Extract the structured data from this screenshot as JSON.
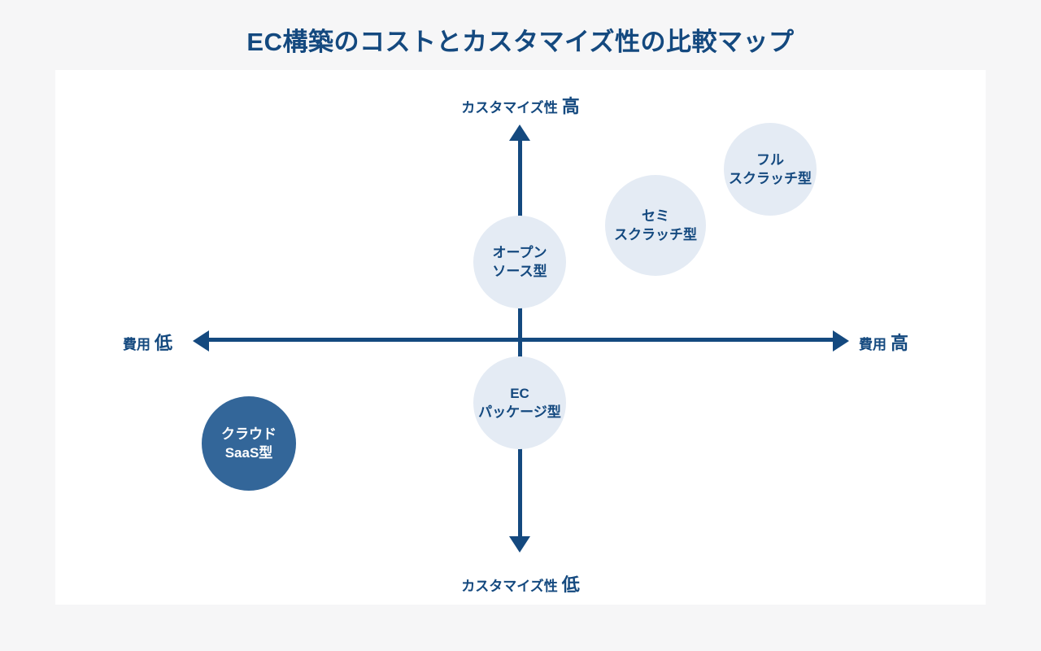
{
  "title": "EC構築のコストとカスタマイズ性の比較マップ",
  "colors": {
    "background": "#f6f6f7",
    "panel": "#ffffff",
    "axis": "#14497f",
    "text_primary": "#14497f",
    "bubble_light": "#e4ebf4",
    "bubble_dark": "#336699",
    "bubble_dark_text": "#ffffff"
  },
  "axes": {
    "vertical": {
      "top": {
        "main": "カスタマイズ性",
        "emphasis": "高"
      },
      "bottom": {
        "main": "カスタマイズ性",
        "emphasis": "低"
      }
    },
    "horizontal": {
      "left": {
        "main": "費用",
        "emphasis": "低"
      },
      "right": {
        "main": "費用",
        "emphasis": "高"
      }
    }
  },
  "chart_data": {
    "type": "scatter",
    "title": "EC構築のコストとカスタマイズ性の比較マップ",
    "xlabel": "費用",
    "ylabel": "カスタマイズ性",
    "xlim": [
      "低",
      "高"
    ],
    "ylim": [
      "低",
      "高"
    ],
    "grid": false,
    "legend": "none",
    "points": [
      {
        "label_lines": [
          "フル",
          "スクラッチ型"
        ],
        "cost": "高",
        "customization": "高",
        "style": "light"
      },
      {
        "label_lines": [
          "セミ",
          "スクラッチ型"
        ],
        "cost": "やや高",
        "customization": "やや高",
        "style": "light"
      },
      {
        "label_lines": [
          "オープン",
          "ソース型"
        ],
        "cost": "中",
        "customization": "中",
        "style": "light"
      },
      {
        "label_lines": [
          "EC",
          "パッケージ型"
        ],
        "cost": "中",
        "customization": "やや低",
        "style": "light"
      },
      {
        "label_lines": [
          "クラウド",
          "SaaS型"
        ],
        "cost": "低",
        "customization": "低",
        "style": "dark"
      }
    ]
  }
}
